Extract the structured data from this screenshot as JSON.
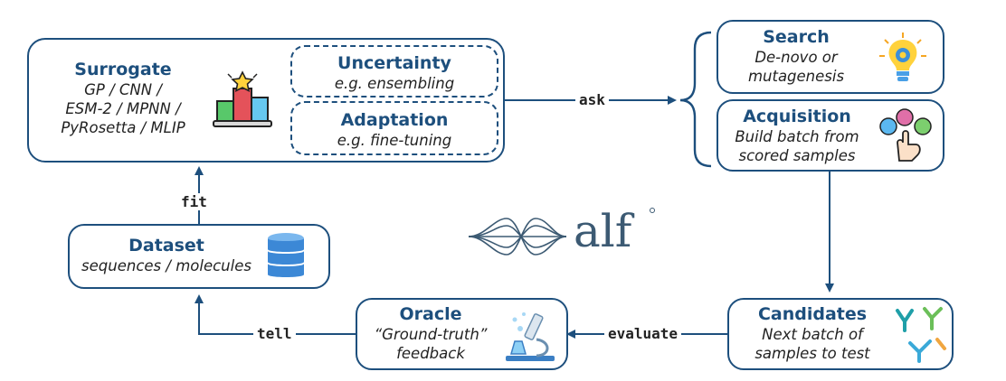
{
  "surrogate": {
    "title": "Surrogate",
    "lines": [
      "GP / CNN /",
      "ESM-2 / MPNN /",
      "PyRosetta / MLIP"
    ]
  },
  "uncertainty": {
    "title": "Uncertainty",
    "sub": "e.g. ensembling"
  },
  "adaptation": {
    "title": "Adaptation",
    "sub": "e.g. fine-tuning"
  },
  "search": {
    "title": "Search",
    "lines": [
      "De-novo or",
      "mutagenesis"
    ]
  },
  "acquisition": {
    "title": "Acquisition",
    "lines": [
      "Build batch from",
      "scored samples"
    ]
  },
  "candidates": {
    "title": "Candidates",
    "lines": [
      "Next batch of",
      "samples to test"
    ]
  },
  "oracle": {
    "title": "Oracle",
    "lines": [
      "“Ground-truth”",
      "feedback"
    ]
  },
  "dataset": {
    "title": "Dataset",
    "sub": "sequences / molecules"
  },
  "edges": {
    "ask": "ask",
    "fit": "fit",
    "tell": "tell",
    "evaluate": "evaluate"
  },
  "logo": {
    "text": "alf"
  },
  "icons": [
    "podium-icon",
    "lightbulb-gear-icon",
    "hand-choice-icon",
    "antibody-icon",
    "microscope-icon",
    "database-icon",
    "waveform-logo-icon"
  ],
  "colors": {
    "primary": "#1d4f7d",
    "text": "#222222",
    "bg": "#ffffff"
  }
}
